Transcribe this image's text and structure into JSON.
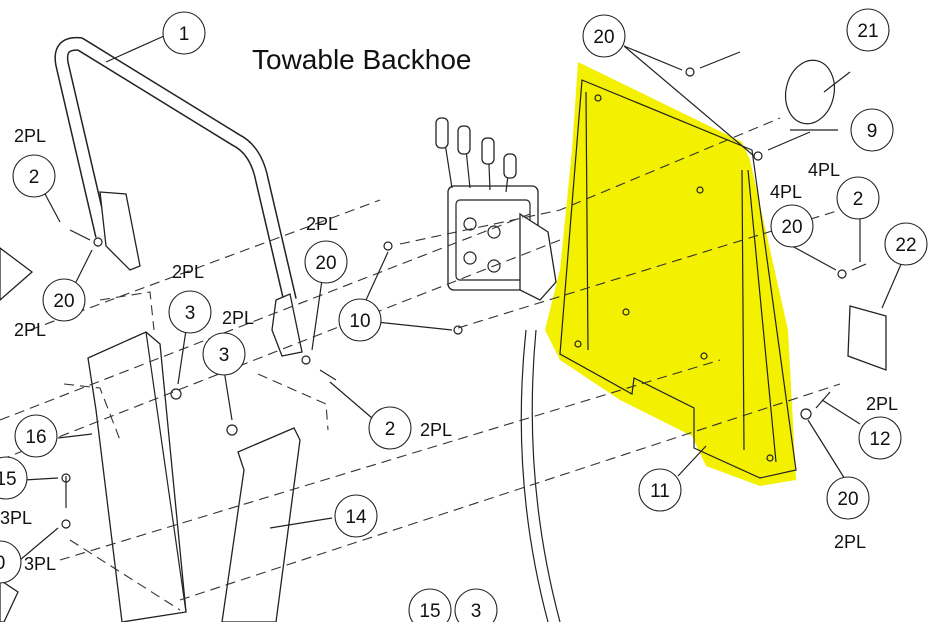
{
  "title": "Towable Backhoe",
  "colors": {
    "highlight": "#f3f000",
    "ink": "#222222",
    "background": "#ffffff"
  },
  "callouts": [
    {
      "n": "1"
    },
    {
      "n": "2"
    },
    {
      "n": "20"
    },
    {
      "n": "3"
    },
    {
      "n": "20"
    },
    {
      "n": "3"
    },
    {
      "n": "10"
    },
    {
      "n": "2"
    },
    {
      "n": "16"
    },
    {
      "n": "15"
    },
    {
      "n": "0"
    },
    {
      "n": "14"
    },
    {
      "n": "20"
    },
    {
      "n": "21"
    },
    {
      "n": "9"
    },
    {
      "n": "2"
    },
    {
      "n": "20"
    },
    {
      "n": "22"
    },
    {
      "n": "12"
    },
    {
      "n": "20"
    },
    {
      "n": "11"
    },
    {
      "n": "15"
    },
    {
      "n": "3"
    }
  ],
  "qty_labels": [
    {
      "t": "2PL"
    },
    {
      "t": "2PL"
    },
    {
      "t": "2PL"
    },
    {
      "t": "2PL"
    },
    {
      "t": "2PL"
    },
    {
      "t": "2PL"
    },
    {
      "t": "3PL"
    },
    {
      "t": "3PL"
    },
    {
      "t": "4PL"
    },
    {
      "t": "4PL"
    },
    {
      "t": "2PL"
    },
    {
      "t": "2PL"
    }
  ]
}
